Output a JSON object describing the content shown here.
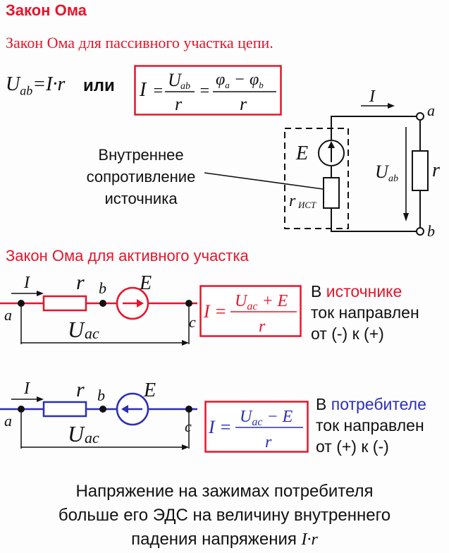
{
  "title": "Закон Ома",
  "passive": {
    "heading": "Закон Ома для пассивного участка цепи.",
    "eq_left": "U",
    "eq_left_sub": "ab",
    "eq_left_rhs": "=I·r",
    "or_word": "или",
    "formula_I": "I",
    "formula_num1": "U",
    "formula_num1_sub": "ab",
    "formula_den1": "r",
    "formula_num2": "φa − φb",
    "formula_den2": "r",
    "internal_label": [
      "Внутреннее",
      "сопротивление",
      "источника"
    ],
    "circuit": {
      "current": "I",
      "node_a": "a",
      "node_b": "b",
      "emf": "E",
      "r_int": "r",
      "r_int_sub": "ИСТ",
      "voltage": "U",
      "voltage_sub": "ab",
      "load": "r"
    }
  },
  "active": {
    "heading": "Закон Ома для активного  участка",
    "circuit1": {
      "current": "I",
      "resistor": "r",
      "node_a": "a",
      "node_b": "b",
      "node_c": "c",
      "emf": "E",
      "voltage": "U",
      "voltage_sub": "ac",
      "formula": "I = (U_ac + E) / r",
      "text_pre": "В ",
      "text_key": "источнике",
      "text_line2": "ток направлен",
      "text_line3": "от (-) к (+)"
    },
    "circuit2": {
      "current": "I",
      "resistor": "r",
      "node_a": "a",
      "node_b": "b",
      "node_c": "c",
      "emf": "E",
      "voltage": "U",
      "voltage_sub": "ac",
      "formula": "I = (U_ac − E) / r",
      "text_pre": "В ",
      "text_key": "потребителе",
      "text_line2": "ток направлен",
      "text_line3": "от (+) к (-)"
    }
  },
  "conclusion": [
    "Напряжение на зажимах потребителя",
    "больше его ЭДС на величину внутреннего",
    "падения напряжения "
  ],
  "conclusion_expr": "I·r",
  "colors": {
    "red": "#e5152b",
    "blue": "#2b2fb8",
    "box": "#e5152b"
  }
}
